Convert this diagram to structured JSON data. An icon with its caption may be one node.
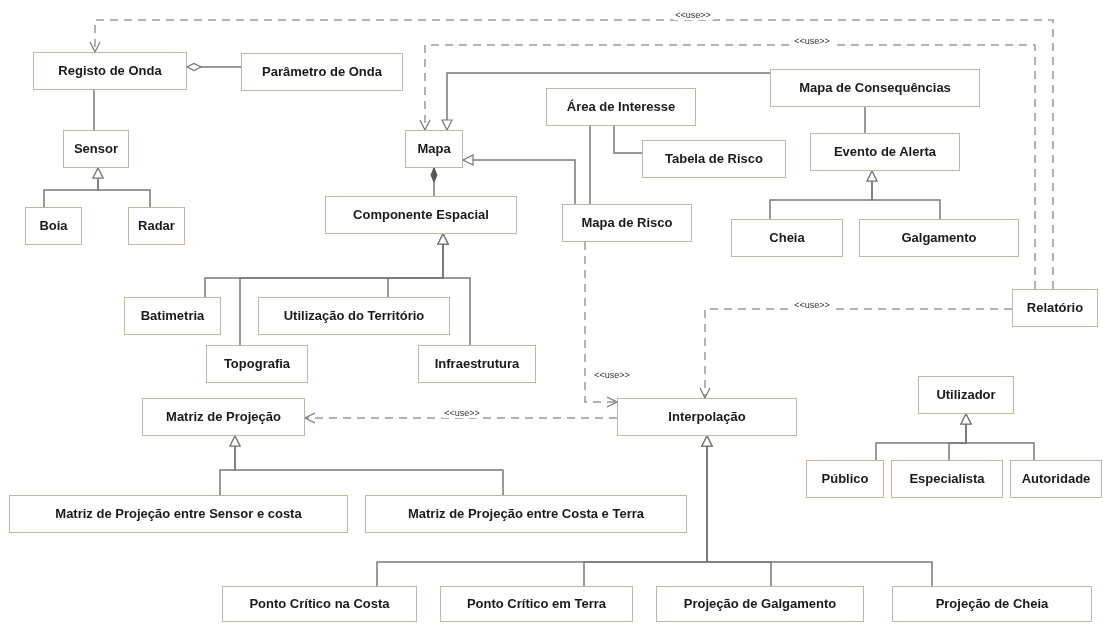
{
  "diagram": {
    "nodes": [
      {
        "text": [
          "Registo de Onda"
        ]
      },
      {
        "text": [
          "Parâmetro de Onda"
        ]
      },
      {
        "text": [
          "Sensor"
        ]
      },
      {
        "text": [
          "Boia"
        ]
      },
      {
        "text": [
          "Radar"
        ]
      },
      {
        "text": [
          "Mapa"
        ]
      },
      {
        "text": [
          "Componente Espacial"
        ]
      },
      {
        "text": [
          "Área de Interesse"
        ]
      },
      {
        "text": [
          "Tabela de Risco"
        ]
      },
      {
        "text": [
          "Mapa de Consequências"
        ]
      },
      {
        "text": [
          "Evento de Alerta"
        ]
      },
      {
        "text": [
          "Mapa de Risco"
        ]
      },
      {
        "text": [
          "Cheia"
        ]
      },
      {
        "text": [
          "Galgamento"
        ]
      },
      {
        "text": [
          "Batimetria"
        ]
      },
      {
        "text": [
          "Utilização do Território"
        ]
      },
      {
        "text": [
          "Topografia"
        ]
      },
      {
        "text": [
          "Infraestrutura"
        ]
      },
      {
        "text": [
          "Relatório"
        ]
      },
      {
        "text": [
          "Matriz de Projeção"
        ]
      },
      {
        "text": [
          "Interpolação"
        ]
      },
      {
        "text": [
          "Utilizador"
        ]
      },
      {
        "text": [
          "Público"
        ]
      },
      {
        "text": [
          "Especialista"
        ]
      },
      {
        "text": [
          "Autoridade"
        ]
      },
      {
        "text": [
          "Matriz de Projeção entre Sensor e costa"
        ]
      },
      {
        "text": [
          "Matriz de Projeção entre Costa e Terra"
        ]
      },
      {
        "text": [
          "Ponto Crítico na Costa"
        ]
      },
      {
        "text": [
          "Ponto Crítico em Terra"
        ]
      },
      {
        "text": [
          "Projeção de Galgamento"
        ]
      },
      {
        "text": [
          "Projeção de Cheia"
        ]
      }
    ],
    "edges": [
      {
        "from": 1,
        "to": 0,
        "arrow": "other"
      },
      {
        "from": 0,
        "to": 2,
        "arrow": "none"
      },
      {
        "from": 3,
        "to": 2,
        "arrow": "to"
      },
      {
        "from": 4,
        "to": 2,
        "arrow": "to"
      },
      {
        "from": 6,
        "to": 5,
        "arrow": "other"
      },
      {
        "from": 9,
        "to": 5,
        "arrow": "to"
      },
      {
        "from": 11,
        "to": 5,
        "arrow": "to"
      },
      {
        "from": 7,
        "to": 11,
        "arrow": "none"
      },
      {
        "from": 7,
        "to": 8,
        "arrow": "none"
      },
      {
        "from": 9,
        "to": 10,
        "arrow": "none"
      },
      {
        "from": 12,
        "to": 10,
        "arrow": "to"
      },
      {
        "from": 13,
        "to": 10,
        "arrow": "to"
      },
      {
        "from": 14,
        "to": 6,
        "arrow": "to"
      },
      {
        "from": 16,
        "to": 6,
        "arrow": "to"
      },
      {
        "from": 15,
        "to": 6,
        "arrow": "to"
      },
      {
        "from": 17,
        "to": 6,
        "arrow": "to"
      },
      {
        "from": 18,
        "to": 0,
        "arrow": "to",
        "label": "<<use>>",
        "style": "dashed"
      },
      {
        "from": 18,
        "to": 5,
        "arrow": "to",
        "label": "<<use>>",
        "style": "dashed"
      },
      {
        "from": 18,
        "to": 20,
        "arrow": "to",
        "label": "<<use>>",
        "style": "dashed"
      },
      {
        "from": 11,
        "to": 20,
        "arrow": "to",
        "label": "<<use>>",
        "style": "dashed"
      },
      {
        "from": 20,
        "to": 19,
        "arrow": "to",
        "label": "<<use>>",
        "style": "dashed"
      },
      {
        "from": 25,
        "to": 19,
        "arrow": "to"
      },
      {
        "from": 26,
        "to": 19,
        "arrow": "to"
      },
      {
        "from": 27,
        "to": 20,
        "arrow": "to"
      },
      {
        "from": 28,
        "to": 20,
        "arrow": "to"
      },
      {
        "from": 29,
        "to": 20,
        "arrow": "to"
      },
      {
        "from": 30,
        "to": 20,
        "arrow": "to"
      },
      {
        "from": 22,
        "to": 21,
        "arrow": "to"
      },
      {
        "from": 23,
        "to": 21,
        "arrow": "to"
      },
      {
        "from": 24,
        "to": 21,
        "arrow": "to"
      }
    ]
  }
}
